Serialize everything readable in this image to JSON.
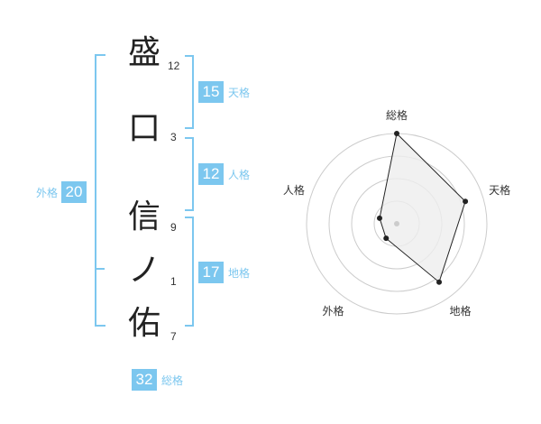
{
  "characters": [
    {
      "char": "盛",
      "strokes": "12"
    },
    {
      "char": "口",
      "strokes": "3"
    },
    {
      "char": "信",
      "strokes": "9"
    },
    {
      "char": "ノ",
      "strokes": "1"
    },
    {
      "char": "佑",
      "strokes": "7"
    }
  ],
  "scores": {
    "tenkaku": {
      "value": "15",
      "label": "天格"
    },
    "jinkaku": {
      "value": "12",
      "label": "人格"
    },
    "chikaku": {
      "value": "17",
      "label": "地格"
    },
    "gaikaku": {
      "value": "20",
      "label": "外格"
    },
    "soukaku": {
      "value": "32",
      "label": "総格"
    }
  },
  "colors": {
    "accent": "#7cc7ef",
    "grid": "#cccccc",
    "fill": "#eeeeee",
    "line": "#222222"
  },
  "chart_data": {
    "type": "radar",
    "axes": [
      "総格",
      "天格",
      "地格",
      "外格",
      "人格"
    ],
    "values": [
      5,
      4,
      4,
      1,
      1
    ],
    "max": 5,
    "rings": 4
  }
}
